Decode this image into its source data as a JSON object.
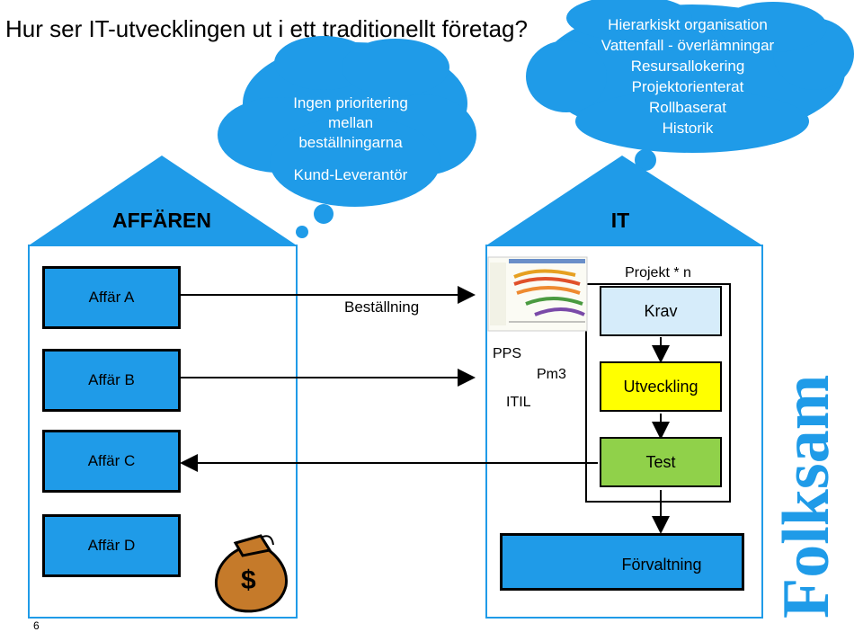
{
  "title": "Hur ser IT-utvecklingen ut i ett traditionellt företag?",
  "left_cloud": {
    "line1": "Ingen prioritering",
    "line2": "mellan",
    "line3": "beställningarna",
    "line4": "Kund-Leverantör"
  },
  "right_cloud": {
    "lines": [
      "Hierarkiskt organisation",
      "Vattenfall - överlämningar",
      "Resursallokering",
      "Projektorienterat",
      "Rollbaserat",
      "Historik"
    ]
  },
  "left_house": {
    "label": "AFFÄREN",
    "units": [
      "Affär A",
      "Affär B",
      "Affär C",
      "Affär D"
    ]
  },
  "right_house": {
    "label": "IT"
  },
  "bestallning": "Beställning",
  "methods": {
    "pps": "PPS",
    "pm3": "Pm3",
    "itil": "ITIL"
  },
  "project": {
    "label": "Projekt * n",
    "krav": "Krav",
    "utveckling": "Utveckling",
    "test": "Test"
  },
  "forvaltning": "Förvaltning",
  "logo": "Folksam",
  "page_number": "6",
  "colors": {
    "house": "#1f9be8",
    "cloud": "#1f9be8",
    "krav": "#d6ecfa",
    "utveckling": "#ffff00",
    "test": "#90d14a",
    "logo": "#1f9be8"
  },
  "icons": {
    "money_bag": "money-bag-icon"
  }
}
